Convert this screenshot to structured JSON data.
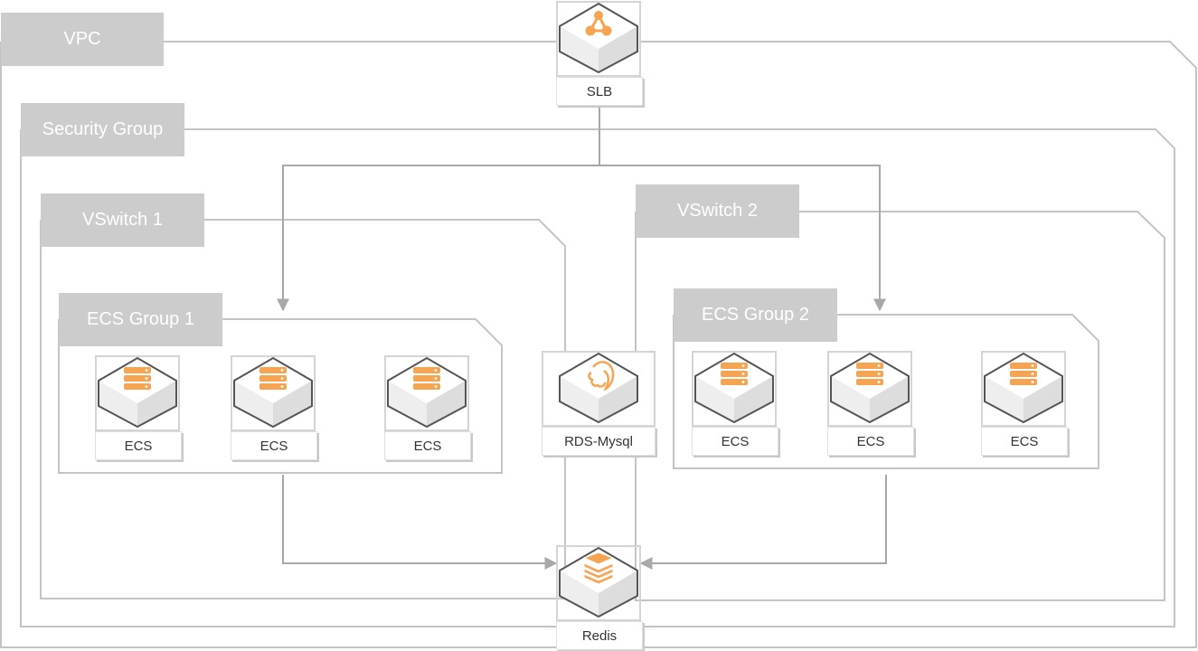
{
  "diagram": {
    "title": "Alibaba Cloud VPC Architecture",
    "colors": {
      "container_stroke": "#c4c4c4",
      "label_bg": "#cccccc",
      "label_text": "#ffffff",
      "connector": "#a8a8a8",
      "icon_accent": "#f7a452",
      "cube_outline": "#555555"
    },
    "containers": [
      {
        "id": "vpc",
        "label": "VPC"
      },
      {
        "id": "security_group",
        "label": "Security Group"
      },
      {
        "id": "vswitch1",
        "label": "VSwitch 1"
      },
      {
        "id": "vswitch2",
        "label": "VSwitch 2"
      },
      {
        "id": "ecs_group1",
        "label": "ECS Group 1"
      },
      {
        "id": "ecs_group2",
        "label": "ECS Group 2"
      }
    ],
    "nodes": [
      {
        "id": "slb",
        "label": "SLB",
        "icon": "slb-icon"
      },
      {
        "id": "ecs1a",
        "label": "ECS",
        "icon": "server-icon",
        "group": "ecs_group1"
      },
      {
        "id": "ecs1b",
        "label": "ECS",
        "icon": "server-icon",
        "group": "ecs_group1"
      },
      {
        "id": "ecs1c",
        "label": "ECS",
        "icon": "server-icon",
        "group": "ecs_group1"
      },
      {
        "id": "rds",
        "label": "RDS-Mysql",
        "icon": "mysql-dolphin-icon"
      },
      {
        "id": "ecs2a",
        "label": "ECS",
        "icon": "server-icon",
        "group": "ecs_group2"
      },
      {
        "id": "ecs2b",
        "label": "ECS",
        "icon": "server-icon",
        "group": "ecs_group2"
      },
      {
        "id": "ecs2c",
        "label": "ECS",
        "icon": "server-icon",
        "group": "ecs_group2"
      },
      {
        "id": "redis",
        "label": "Redis",
        "icon": "redis-stack-icon"
      }
    ],
    "edges": [
      {
        "from": "slb",
        "to": "ecs_group1"
      },
      {
        "from": "slb",
        "to": "ecs_group2"
      },
      {
        "from": "ecs_group1",
        "to": "redis"
      },
      {
        "from": "ecs_group2",
        "to": "redis"
      }
    ]
  }
}
